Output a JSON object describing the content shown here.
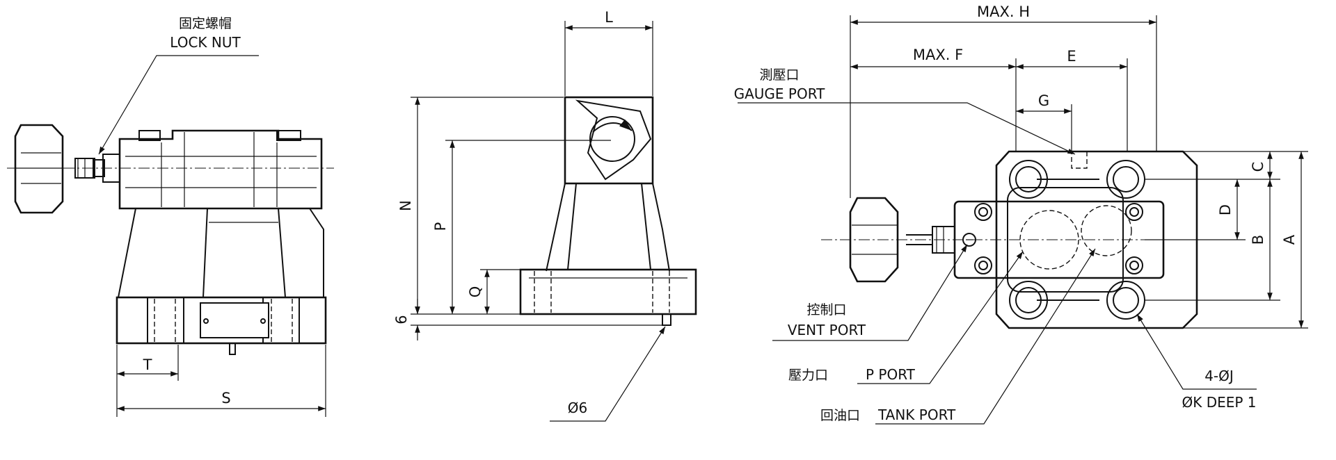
{
  "views": {
    "side": {
      "lock_nut_cn": "固定螺帽",
      "lock_nut_en": "LOCK NUT",
      "dim_t": "T",
      "dim_s": "S"
    },
    "front": {
      "dim_l": "L",
      "dim_n": "N",
      "dim_p": "P",
      "dim_q": "Q",
      "dim_6": "6",
      "pin_label": "Ø6"
    },
    "top": {
      "dim_max_h": "MAX. H",
      "dim_max_f": "MAX. F",
      "dim_e": "E",
      "dim_g": "G",
      "dim_c": "C",
      "dim_d": "D",
      "dim_b": "B",
      "dim_a": "A",
      "gauge_port_cn": "測壓口",
      "gauge_port_en": "GAUGE PORT",
      "vent_port_cn": "控制口",
      "vent_port_en": "VENT PORT",
      "p_port_cn": "壓力口",
      "p_port_en": "P PORT",
      "tank_port_cn": "回油口",
      "tank_port_en": "TANK PORT",
      "holes_line1": "4-ØJ",
      "holes_line2": "ØK DEEP 1"
    }
  }
}
